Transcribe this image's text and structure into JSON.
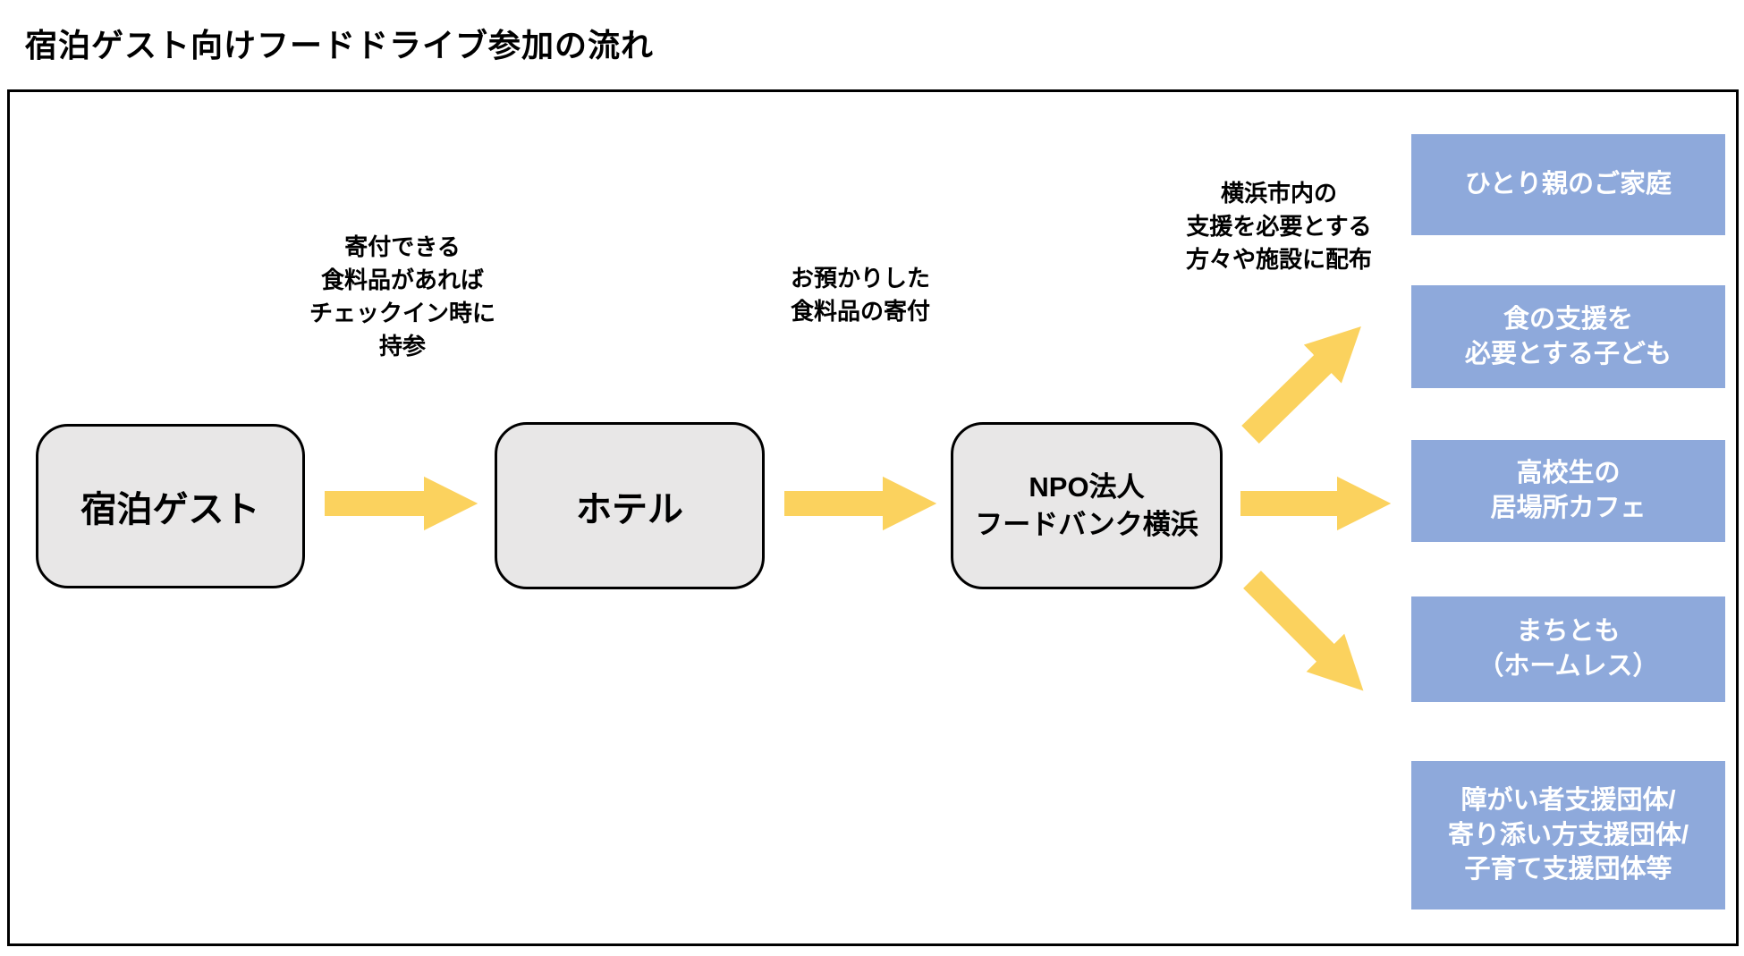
{
  "title": "宿泊ゲスト向けフードドライブ参加の流れ",
  "flow": {
    "nodes": [
      {
        "id": "guest",
        "label": "宿泊ゲスト"
      },
      {
        "id": "hotel",
        "label": "ホテル"
      },
      {
        "id": "npo",
        "label": "NPO法人\nフードバンク横浜"
      }
    ],
    "annotations": [
      {
        "text": "寄付できる\n食料品があれば\nチェックイン時に\n持参"
      },
      {
        "text": "お預かりした\n食料品の寄付"
      },
      {
        "text": "横浜市内の\n支援を必要とする\n方々や施設に配布"
      }
    ],
    "recipients": [
      {
        "label": "ひとり親のご家庭"
      },
      {
        "label": "食の支援を\n必要とする子ども"
      },
      {
        "label": "高校生の\n居場所カフェ"
      },
      {
        "label": "まちとも\n（ホームレス）"
      },
      {
        "label": "障がい者支援団体/\n寄り添い方支援団体/\n子育て支援団体等"
      }
    ]
  },
  "colors": {
    "arrow": "#FBD25E",
    "recipient_box": "#8EA9DB",
    "recipient_text": "#FFFFFF",
    "node_fill": "#E8E7E7",
    "node_border": "#000000"
  }
}
